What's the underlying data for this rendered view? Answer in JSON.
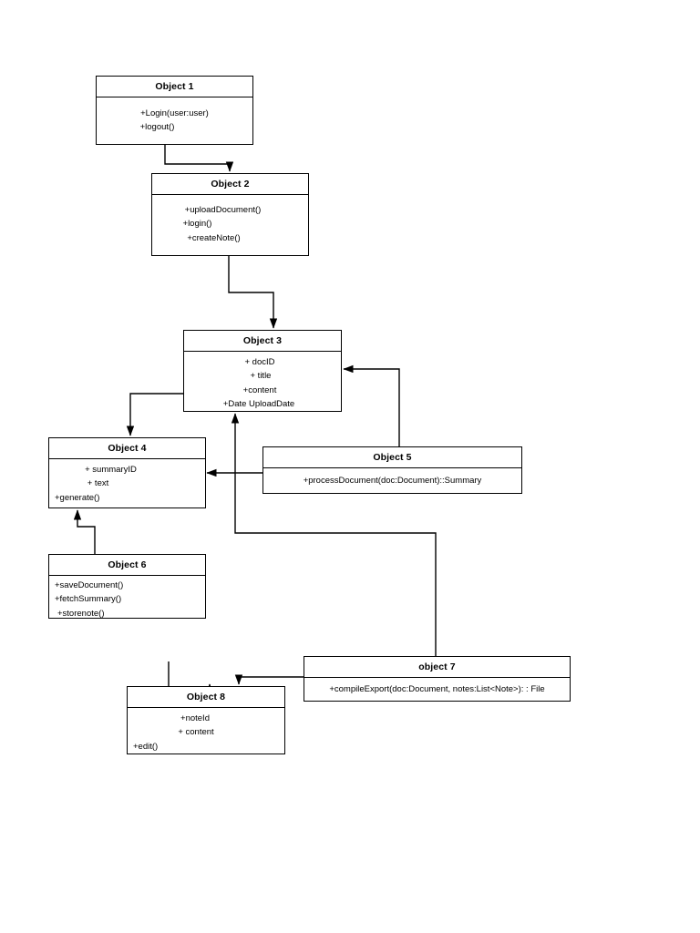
{
  "diagram": {
    "type": "uml-class-diagram",
    "background": "#ffffff",
    "line_color": "#000000",
    "classes": [
      {
        "id": "object1",
        "title": "Object 1",
        "members": [
          "+Login(user:user)",
          "+logout()"
        ]
      },
      {
        "id": "object2",
        "title": "Object 2",
        "members": [
          "+uploadDocument()",
          "+login()",
          "+createNote()"
        ]
      },
      {
        "id": "object3",
        "title": "Object 3",
        "members": [
          "+ docID",
          "+ title",
          "+content",
          "+Date UploadDate"
        ]
      },
      {
        "id": "object4",
        "title": "Object 4",
        "members": [
          "+ summaryID",
          "+ text",
          "+generate()"
        ]
      },
      {
        "id": "object5",
        "title": "Object 5",
        "members": [
          "+processDocument(doc:Document)::Summary"
        ]
      },
      {
        "id": "object6",
        "title": "Object 6",
        "members": [
          "+saveDocument()",
          "+fetchSummary()",
          "+storenote()"
        ]
      },
      {
        "id": "object7",
        "title": "object 7",
        "members": [
          "+compileExport(doc:Document, notes:List<Note>): : File"
        ]
      },
      {
        "id": "object8",
        "title": "Object 8",
        "members": [
          "+noteId",
          "+ content",
          "+edit()"
        ]
      }
    ],
    "connections": [
      {
        "from": "object1",
        "to": "object2",
        "arrow": "to"
      },
      {
        "from": "object2",
        "to": "object3",
        "arrow": "to"
      },
      {
        "from": "object3",
        "to": "object4",
        "arrow": "to"
      },
      {
        "from": "object5",
        "to": "object3",
        "arrow": "to"
      },
      {
        "from": "object5",
        "to": "object4",
        "arrow": "to"
      },
      {
        "from": "object6",
        "to": "object4",
        "arrow": "to"
      },
      {
        "from": "object7",
        "to": "object3",
        "arrow": "to"
      },
      {
        "from": "object6",
        "to": "object8",
        "arrow": "to"
      },
      {
        "from": "object7",
        "to": "object8",
        "arrow": "to"
      }
    ]
  }
}
